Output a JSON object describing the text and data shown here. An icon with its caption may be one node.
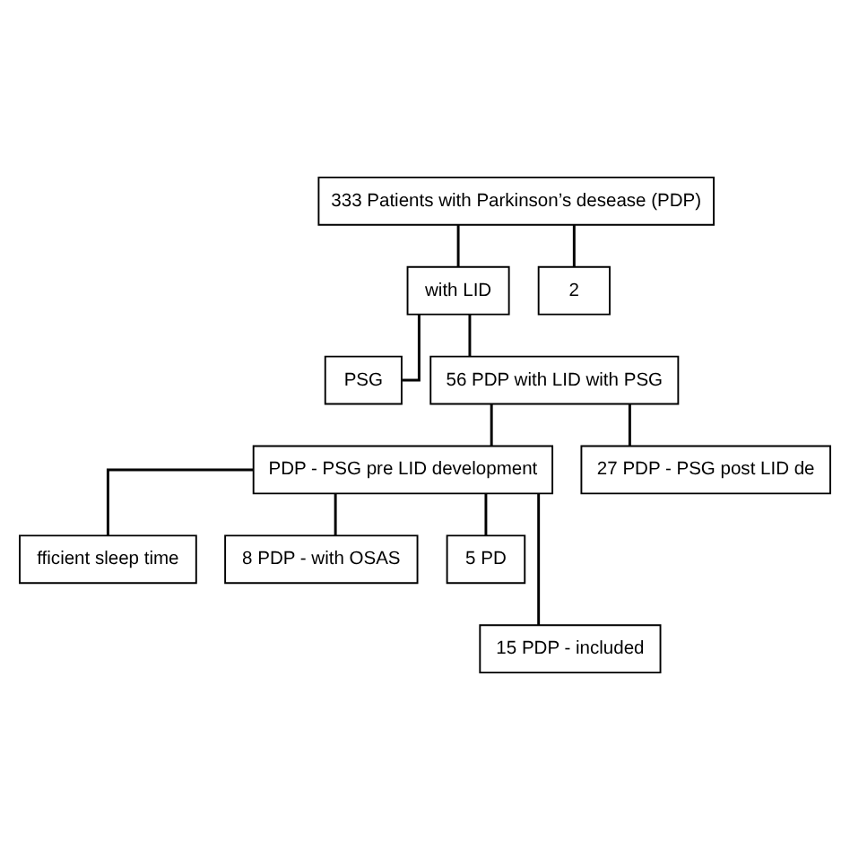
{
  "diagram": {
    "nodes": [
      {
        "text": [
          "333 Patients with Parkinson’s desease (PDP)"
        ]
      },
      {
        "text": [
          "with LID"
        ]
      },
      {
        "text": [
          "2"
        ]
      },
      {
        "text": [
          "PSG"
        ]
      },
      {
        "text": [
          "56 PDP with LID with PSG"
        ]
      },
      {
        "text": [
          "PDP - PSG pre LID development"
        ]
      },
      {
        "text": [
          "27 PDP - PSG post LID de"
        ]
      },
      {
        "text": [
          "fficient sleep time"
        ]
      },
      {
        "text": [
          "8 PDP - with OSAS"
        ]
      },
      {
        "text": [
          "5 PD"
        ]
      },
      {
        "text": [
          "15 PDP - included"
        ]
      }
    ],
    "edges": [
      {
        "from": 0,
        "to": 1,
        "arrow": "none"
      },
      {
        "from": 0,
        "to": 2,
        "arrow": "none"
      },
      {
        "from": 1,
        "to": 3,
        "arrow": "none"
      },
      {
        "from": 1,
        "to": 4,
        "arrow": "none"
      },
      {
        "from": 4,
        "to": 5,
        "arrow": "none"
      },
      {
        "from": 4,
        "to": 6,
        "arrow": "none"
      },
      {
        "from": 5,
        "to": 7,
        "arrow": "none"
      },
      {
        "from": 5,
        "to": 10,
        "arrow": "none"
      },
      {
        "from": 5,
        "to": 8,
        "arrow": "none"
      },
      {
        "from": 5,
        "to": 9,
        "arrow": "none"
      }
    ]
  }
}
